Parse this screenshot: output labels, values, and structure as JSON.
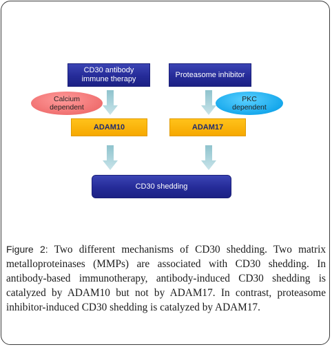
{
  "diagram": {
    "left_top_box": "CD30 antibody immune therapy",
    "right_top_box": "Proteasome inhibitor",
    "left_ellipse": "Calcium dependent",
    "right_ellipse": "PKC dependent",
    "left_enzyme": "ADAM10",
    "right_enzyme": "ADAM17",
    "bottom_box": "CD30 shedding",
    "colors": {
      "navy": "#252b98",
      "gold": "#f6a800",
      "pink": "#f07070",
      "cyan": "#16a8ec",
      "arrow": "#a8d2da"
    }
  },
  "caption": {
    "label": "Figure 2:",
    "text": " Two different mechanisms of CD30 shedding. Two matrix metalloproteinases (MMPs) are associated with CD30 shedding. In antibody-based immunotherapy, antibody-induced CD30 shedding is catalyzed by ADAM10 but not by ADAM17. In contrast, proteasome inhibitor-induced CD30 shedding is catalyzed by ADAM17."
  }
}
